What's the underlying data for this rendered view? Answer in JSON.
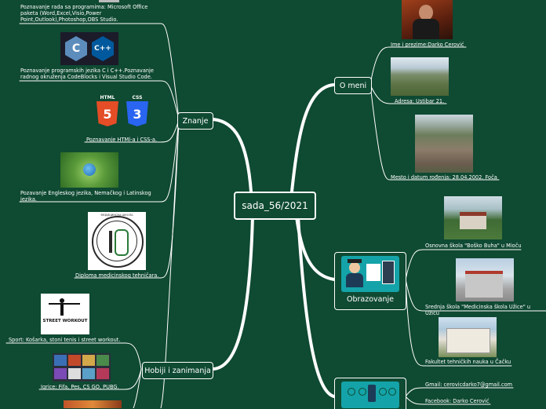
{
  "center": {
    "title": "sada_56/2021"
  },
  "branches": {
    "omeni": "O meni",
    "znanje": "Znanje",
    "obrazovanje": "Obrazovanje",
    "hobiji": "Hobiji i zanimanja"
  },
  "omeni_items": {
    "name": "Ime i prezime:Darko Cerović",
    "address": "Adresa: Ustibar 21.",
    "birth": "Mesto i datum rođenja: 28.04.2002. Foča"
  },
  "znanje_items": {
    "office": "Poznavanje rada sa programima: Microsoft Office paketa (Word,Excel,Visio,Power Point,Outlook),Photoshop,OBS Studio.",
    "programming": "Poznavanje programskih jezika C i C++.Poznavanje radnog okruženja CodeBlocks i Visual Studio Code.",
    "html_css": "Poznavanje HTMl-a i CSS-a.",
    "languages": "Pozavanje Engleskog jezika, Nemačkog i Latinskog jezika.",
    "diploma": "Diploma medicinskog tehničara.",
    "logo_c1": "C",
    "logo_c2": "C++",
    "html_label": "HTML",
    "html_num": "5",
    "css_label": "CSS",
    "css_num": "3",
    "seal_text": "МЕДИЦИНСКА ШКОЛА"
  },
  "obrazovanje_items": {
    "primary": "Osnovna škola \"Boško Buha\" u Mioču",
    "secondary": "Srednja škola \"Medicinska škola Užice\" u Užicu",
    "faculty": "Fakultet tehničkih nauka u Čačku"
  },
  "hobiji_items": {
    "sport": "Sport: Košarka, stoni tenis i street workout.",
    "games": "Igrice: Fifa, Pes, CS GO, PUBG.",
    "workout_text": "STREET WORKOUT"
  },
  "contact_items": {
    "email": "Gmail: cerovicdarko7@gmail.com",
    "facebook": "Facebook: Darko Cerović"
  },
  "colors": {
    "background": "#0f4a32",
    "line": "#ffffff",
    "html5": "#e44d26",
    "css3": "#2965f1",
    "teal": "#14a3a8"
  }
}
